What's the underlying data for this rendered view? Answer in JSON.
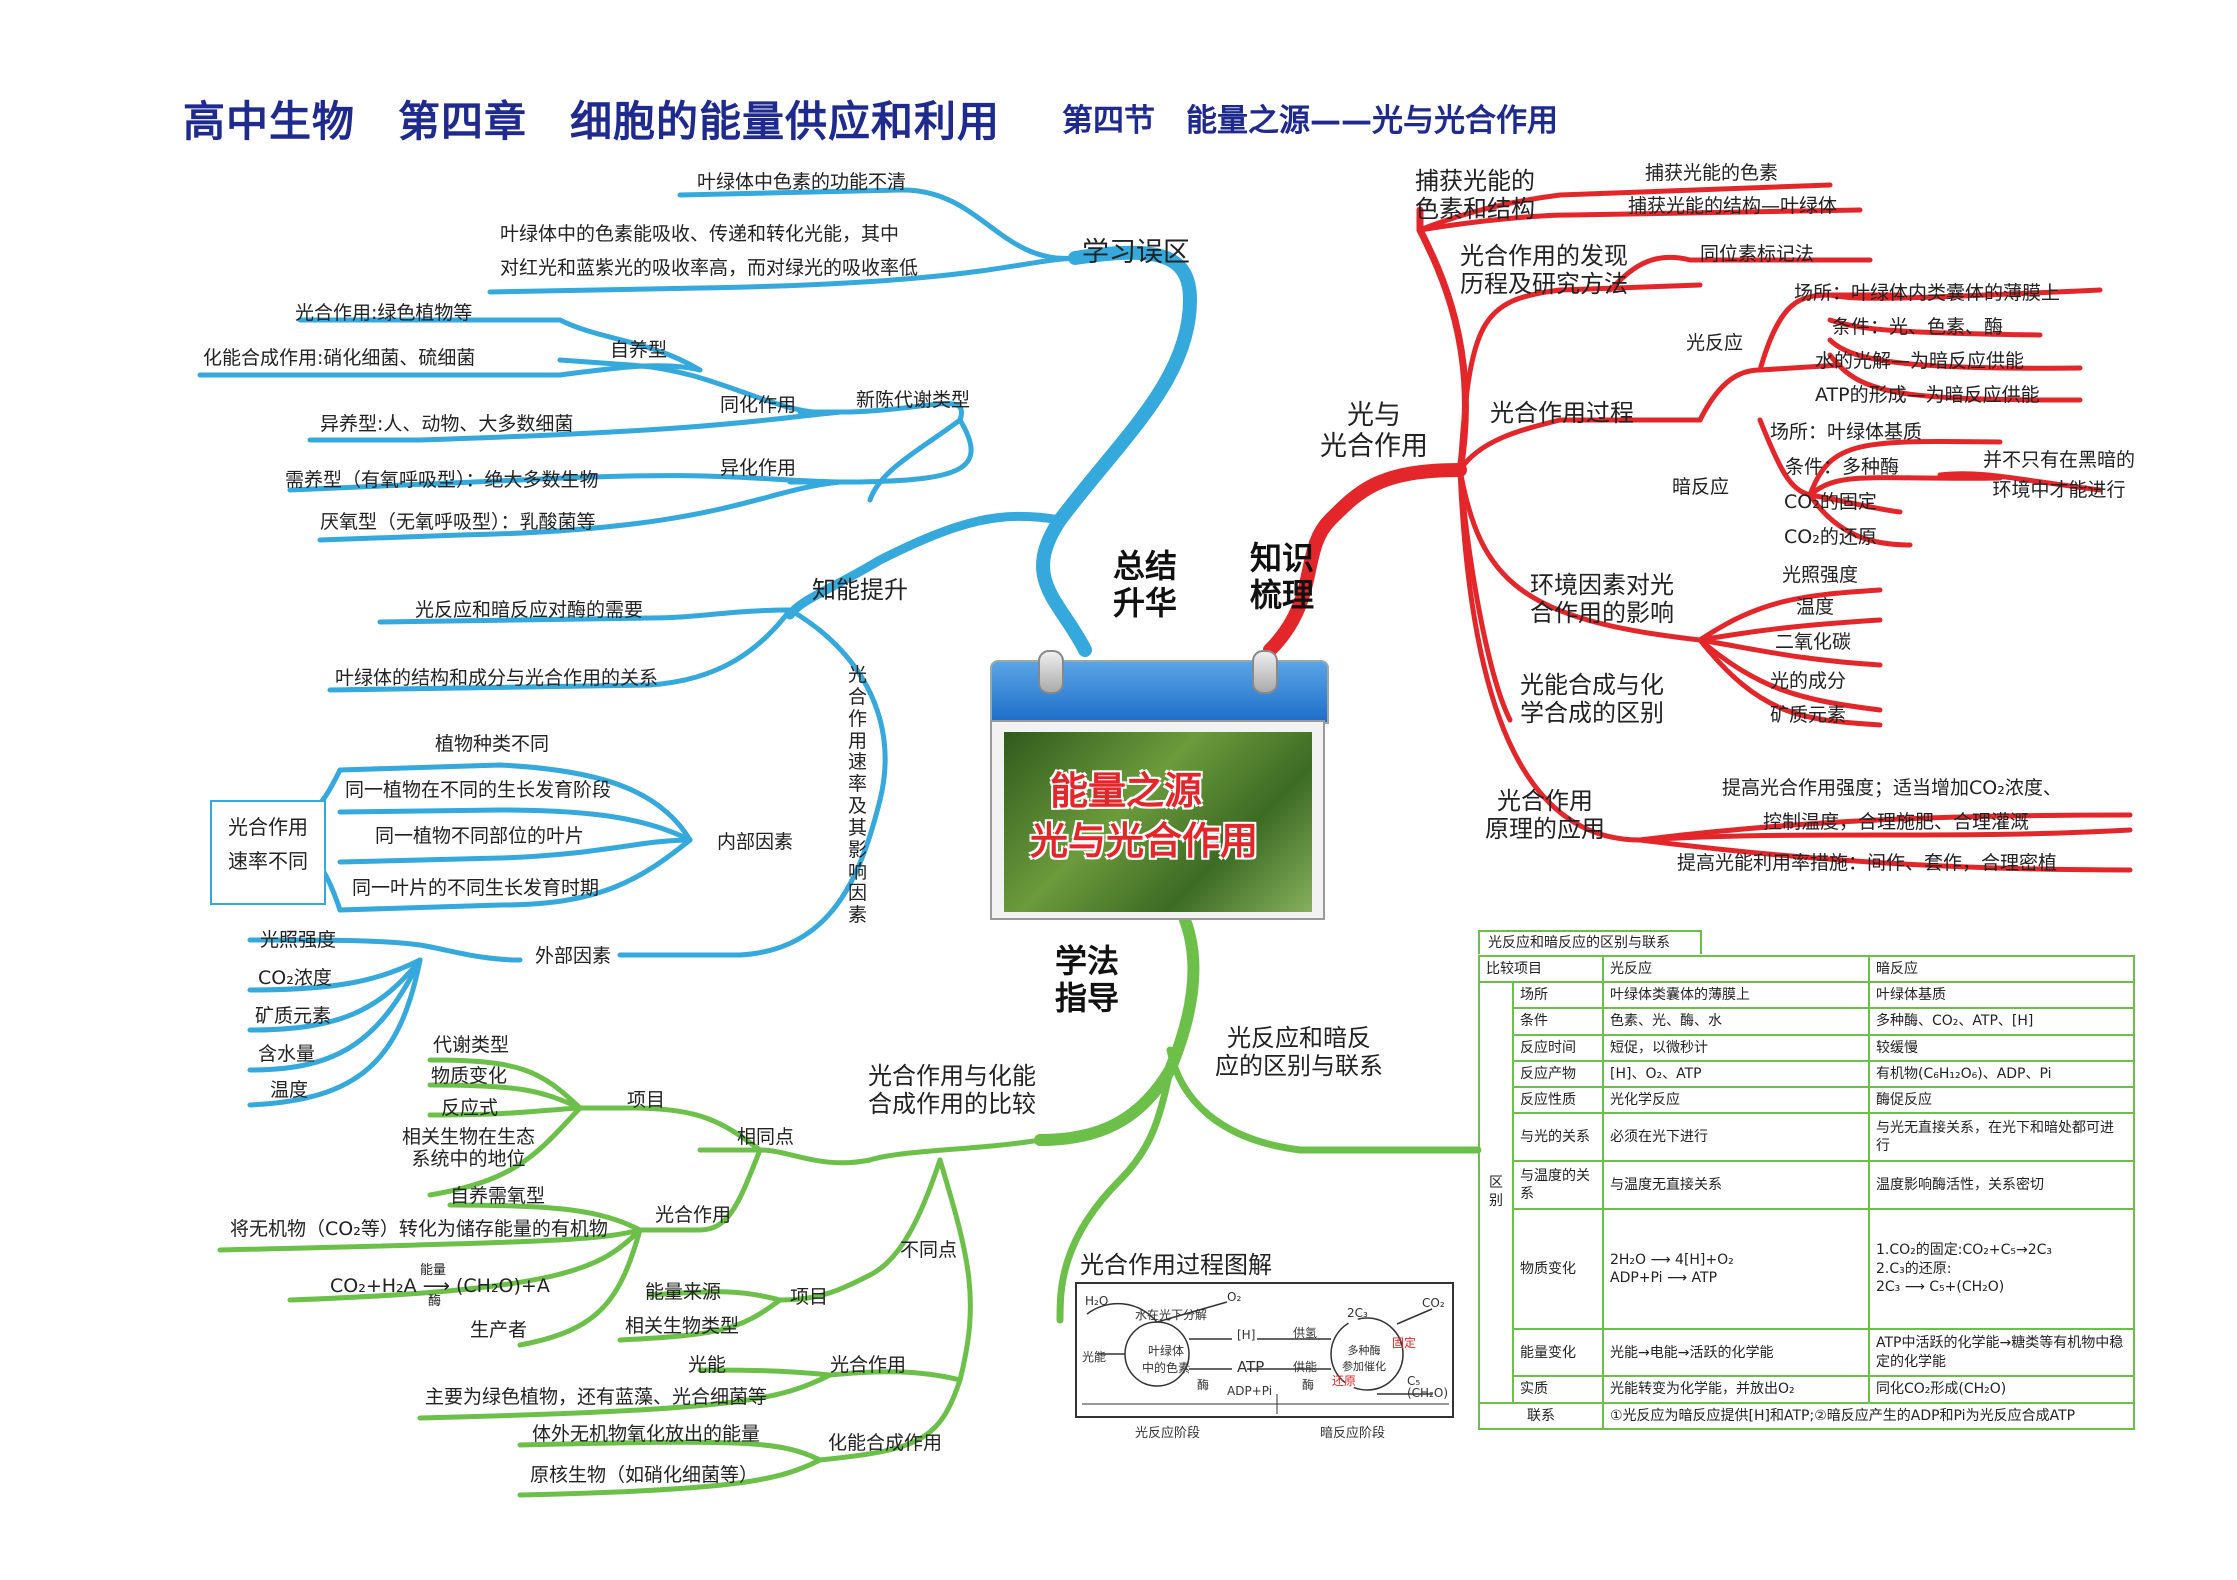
{
  "header": {
    "title": "高中生物　第四章　细胞的能量供应和利用",
    "subtitle": "第四节　能量之源——光与光合作用"
  },
  "colors": {
    "title": "#1f2a8f",
    "blue_branch": "#35a8dc",
    "red_branch": "#e3262a",
    "green_branch": "#6cc04a"
  },
  "center": {
    "line1": "能量之源",
    "line2": "光与光合作用"
  },
  "hubs": {
    "summary": "总结\n升华",
    "knowledge": "知识\n梳理",
    "method": "学法\n指导"
  },
  "blue": {
    "mistakes": {
      "label": "学习误区",
      "items": [
        "叶绿体中色素的功能不清",
        "叶绿体中的色素能吸收、传递和转化光能，其中",
        "对红光和蓝紫光的吸收率高，而对绿光的吸收率低"
      ]
    },
    "ability": {
      "label": "知能提升",
      "metabolism": {
        "label": "新陈代谢类型",
        "assimilation": "同化作用",
        "autotroph": "自养型",
        "photo": "光合作用:绿色植物等",
        "chemo": "化能合成作用:硝化细菌、硫细菌",
        "heterotroph": "异养型:人、动物、大多数细菌",
        "dissimilation": "异化作用",
        "aerobic": "需养型（有氧呼吸型）：绝大多数生物",
        "anaerobic": "厌氧型（无氧呼吸型）：乳酸菌等"
      },
      "enzyme_need": "光反应和暗反应对酶的需要",
      "chloroplast": "叶绿体的结构和成分与光合作用的关系",
      "rate": {
        "label": "光合作用速率及其影响因素",
        "box": "光合作用\n速率不同",
        "internal": "内部因素",
        "internal_items": [
          "植物种类不同",
          "同一植物在不同的生长发育阶段",
          "同一植物不同部位的叶片",
          "同一叶片的不同生长发育时期"
        ],
        "external": "外部因素",
        "external_items": [
          "光照强度",
          "CO₂浓度",
          "矿质元素",
          "含水量",
          "温度"
        ]
      }
    }
  },
  "red": {
    "main": "光与\n光合作用",
    "pigment": {
      "label": "捕获光能的\n色素和结构",
      "items": [
        "捕获光能的色素",
        "捕获光能的结构—叶绿体"
      ]
    },
    "discovery": {
      "label": "光合作用的发现\n历程及研究方法",
      "item": "同位素标记法"
    },
    "process": {
      "label": "光合作用过程",
      "light": "光反应",
      "light_items": [
        "场所：叶绿体内类囊体的薄膜上",
        "条件：光、色素、酶",
        "水的光解—为暗反应供能",
        "ATP的形成—为暗反应供能"
      ],
      "dark": "暗反应",
      "dark_items": [
        "场所：叶绿体基质",
        "条件：多种酶",
        "CO₂的固定",
        "CO₂的还原"
      ],
      "dark_note": "并不只有在黑暗的\n环境中才能进行"
    },
    "environment": {
      "label": "环境因素对光\n合作用的影响",
      "items": [
        "光照强度",
        "温度",
        "二氧化碳",
        "光的成分",
        "矿质元素"
      ]
    },
    "chemosynthesis": {
      "label": "光能合成与化\n学合成的区别"
    },
    "application": {
      "label": "光合作用\n原理的应用",
      "items": [
        "提高光合作用强度；适当增加CO₂浓度、",
        "控制温度，合理施肥、合理灌溉",
        "提高光能利用率措施：间作、套作，合理密植"
      ]
    }
  },
  "green": {
    "compare": {
      "label": "光合作用与化能\n合成作用的比较",
      "same": "相同点",
      "same_item": "项目",
      "same_items": [
        "代谢类型",
        "物质变化",
        "反应式",
        "相关生物在生态\n系统中的地位"
      ],
      "photo": "光合作用",
      "photo_items": [
        "自养需氧型",
        "将无机物（CO₂等）转化为储存能量的有机物",
        "CO₂+H₂A ⟶ (CH₂O)+A",
        "生产者"
      ],
      "equation_top": "能量",
      "equation_bottom": "酶",
      "diff": "不同点",
      "diff_item": "项目",
      "diff_items": [
        "能量来源",
        "相关生物类型"
      ],
      "diff_photo": "光合作用",
      "diff_photo_items": [
        "光能",
        "主要为绿色植物，还有蓝藻、光合细菌等"
      ],
      "diff_chemo": "化能合成作用",
      "diff_chemo_items": [
        "体外无机物氧化放出的能量",
        "原核生物（如硝化细菌等）"
      ]
    },
    "diagram_title": "光合作用过程图解",
    "diagram_labels": {
      "h2o": "H₂O",
      "split": "水在光下分解",
      "o2": "O₂",
      "h": "[H]",
      "supply_h": "供氢",
      "enzyme": "酶",
      "atp": "ATP",
      "supply_e": "供能",
      "adp": "ADP+Pi",
      "chloroplast": "叶绿体\n中的色素",
      "light": "光能",
      "c5": "2C₃",
      "multi": "多种酶\n参加催化",
      "fix": "固定",
      "reduce": "还原",
      "co2": "CO₂",
      "c5b": "C₅",
      "ch2o": "(CH₂O)",
      "stage_light": "光反应阶段",
      "stage_dark": "暗反应阶段"
    },
    "relation_label": "光反应和暗反\n应的区别与联系"
  },
  "table": {
    "tab": "光反应和暗反应的区别与联系",
    "header": [
      "比较项目",
      "光反应",
      "暗反应"
    ],
    "diff_label": "区别",
    "rows": [
      [
        "场所",
        "叶绿体类囊体的薄膜上",
        "叶绿体基质"
      ],
      [
        "条件",
        "色素、光、酶、水",
        "多种酶、CO₂、ATP、[H]"
      ],
      [
        "反应时间",
        "短促，以微秒计",
        "较缓慢"
      ],
      [
        "反应产物",
        "[H]、O₂、ATP",
        "有机物(C₆H₁₂O₆)、ADP、Pi"
      ],
      [
        "反应性质",
        "光化学反应",
        "酶促反应"
      ],
      [
        "与光的关系",
        "必须在光下进行",
        "与光无直接关系，在光下和暗处都可进行"
      ],
      [
        "与温度的关系",
        "与温度无直接关系",
        "温度影响酶活性，关系密切"
      ],
      [
        "物质变化",
        "2H₂O ⟶ 4[H]+O₂\nADP+Pi ⟶ ATP",
        "1.CO₂的固定:CO₂+C₅→2C₃\n2.C₃的还原:\n2C₃ ⟶ C₅+(CH₂O)"
      ],
      [
        "能量变化",
        "光能→电能→活跃的化学能",
        "ATP中活跃的化学能→糖类等有机物中稳定的化学能"
      ],
      [
        "实质",
        "光能转变为化学能，并放出O₂",
        "同化CO₂形成(CH₂O)"
      ]
    ],
    "link_label": "联系",
    "link_text": "①光反应为暗反应提供[H]和ATP;②暗反应产生的ADP和Pi为光反应合成ATP"
  }
}
